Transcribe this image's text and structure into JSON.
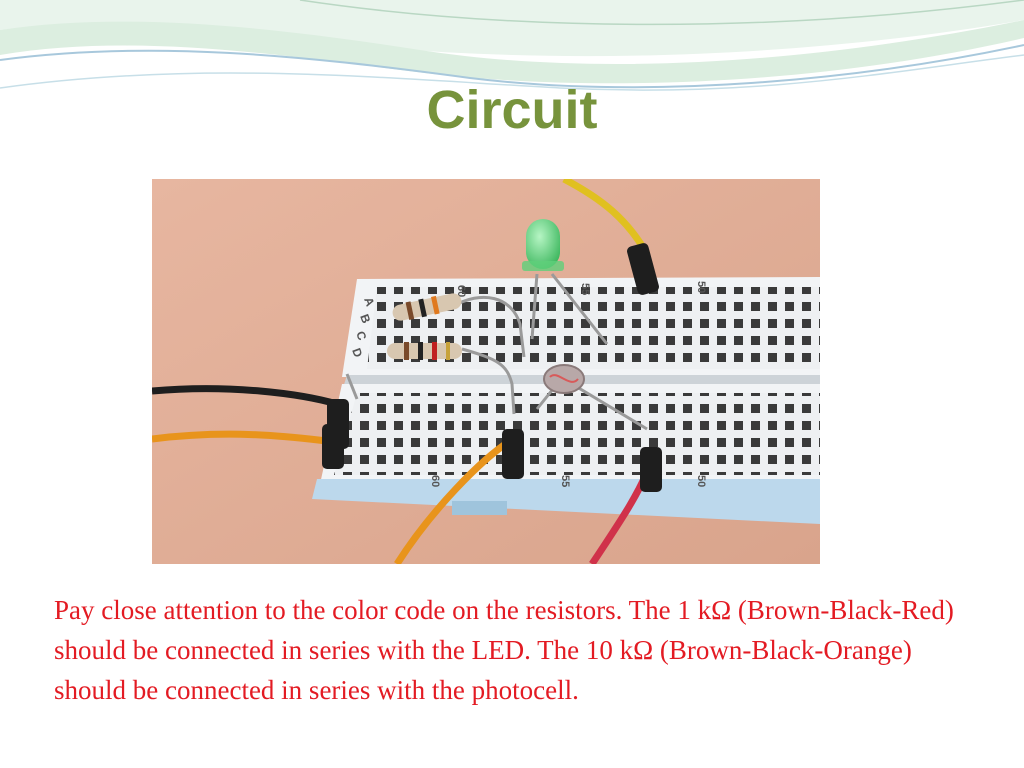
{
  "slide": {
    "title": "Circuit",
    "body": "Pay close attention to the color code on the resistors.  The 1 kΩ (Brown-Black-Red) should be connected in series with the LED. The 10 kΩ (Brown-Black-Orange) should be connected in series with the photocell."
  },
  "photo": {
    "row_letters": [
      "A",
      "B",
      "C",
      "D"
    ],
    "column_numbers": [
      "60",
      "55",
      "50",
      "60",
      "55",
      "50"
    ]
  },
  "colors": {
    "title": "#77933c",
    "body_text": "#e31b23",
    "swoosh_light": "#dceee0",
    "swoosh_blue": "#a8c8dc",
    "table_surface": "#e4b29a",
    "breadboard": "#eef0f2",
    "led_green": "#5fd07a",
    "wire_yellow": "#e0c020",
    "wire_orange": "#e8941c",
    "wire_red": "#d0324a",
    "wire_black": "#1e1e1e"
  },
  "icons": [
    "breadboard-photo"
  ]
}
